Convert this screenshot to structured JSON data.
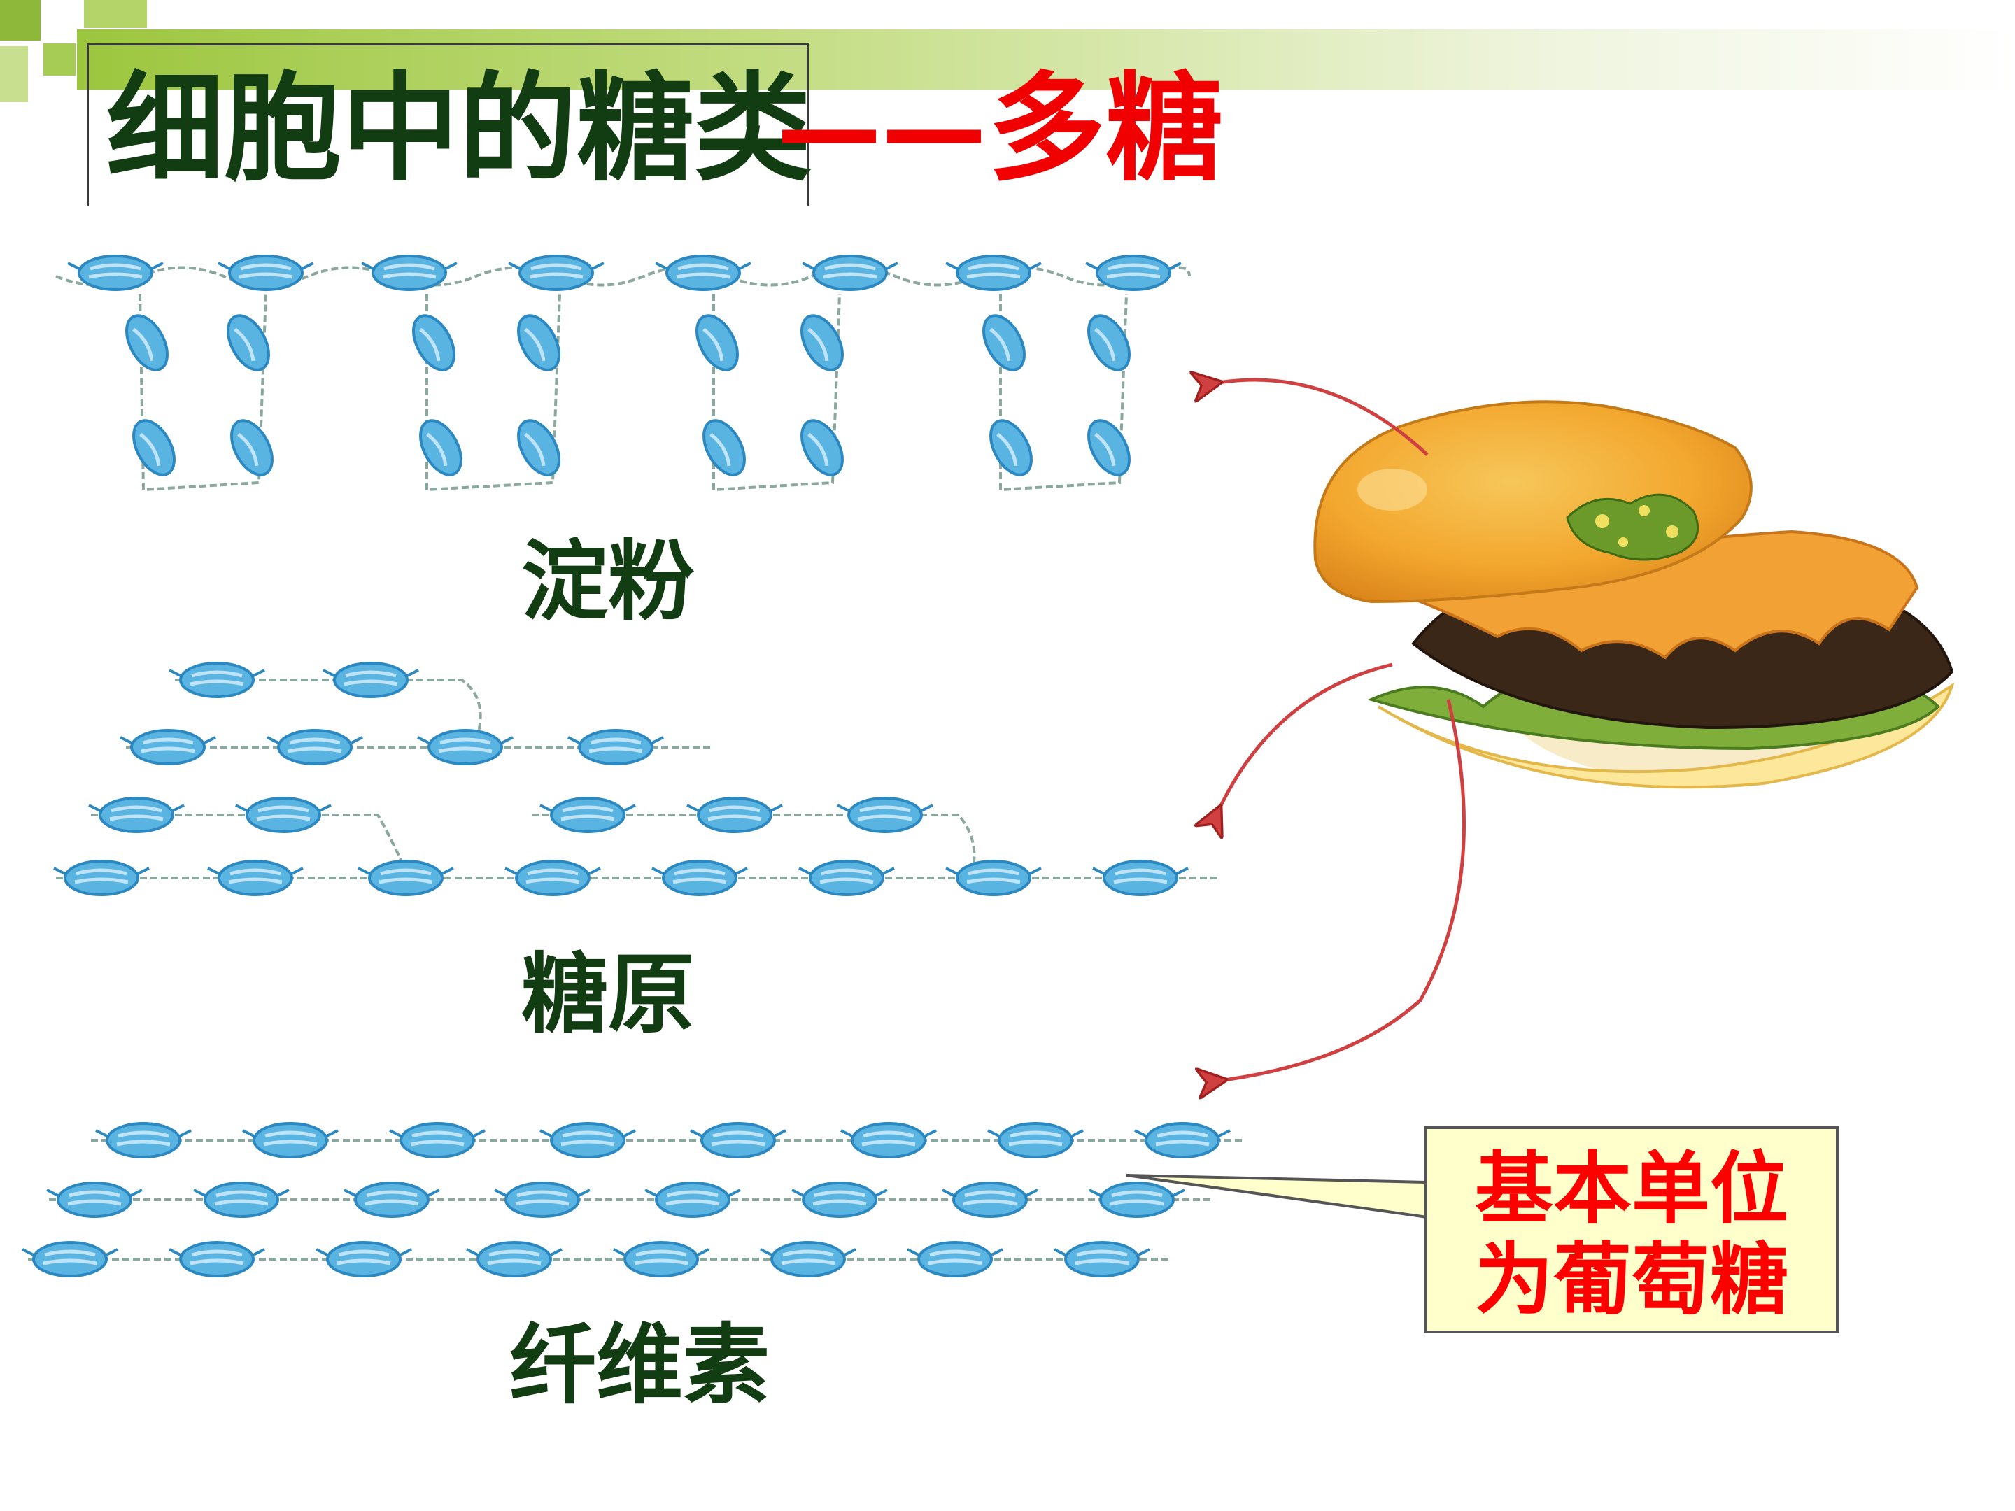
{
  "slide": {
    "title_main": "细胞中的糖类",
    "title_dash": "——",
    "title_sub": "多糖"
  },
  "labels": {
    "starch": "淀粉",
    "glycogen": "糖原",
    "cellulose": "纤维素"
  },
  "callout": {
    "line1": "基本单位",
    "line2": "为葡萄糖"
  },
  "colors": {
    "title_green": "#123d12",
    "accent_red": "#f00000",
    "glucose_blue": "#5ab4e2",
    "arrow_red": "#c0392b",
    "callout_bg": "#ffffcc",
    "header_green": "#8db83a"
  },
  "icons": {
    "glucose_unit": "glucose-unit-icon",
    "food_image": "hamburger-icon",
    "arrow": "curved-arrow-icon"
  }
}
